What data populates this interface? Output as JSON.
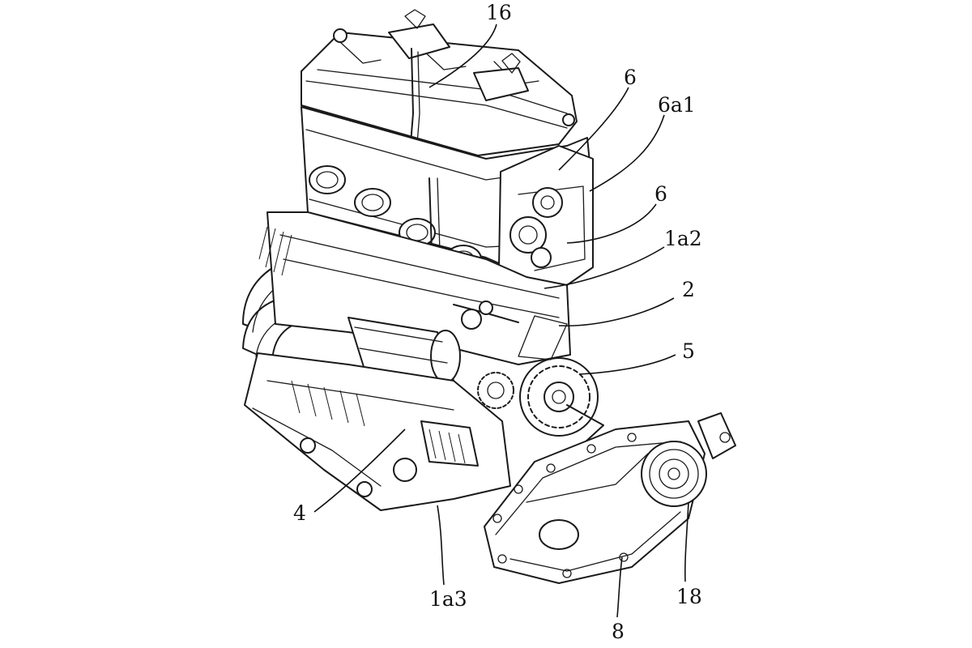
{
  "figure": {
    "labels": [
      {
        "id": "l16",
        "text": "16"
      },
      {
        "id": "l6a",
        "text": "6"
      },
      {
        "id": "l6a1",
        "text": "6a1"
      },
      {
        "id": "l6b",
        "text": "6"
      },
      {
        "id": "l1a2",
        "text": "1a2"
      },
      {
        "id": "l2",
        "text": "2"
      },
      {
        "id": "l5",
        "text": "5"
      },
      {
        "id": "l4",
        "text": "4"
      },
      {
        "id": "l1a3",
        "text": "1a3"
      },
      {
        "id": "l8",
        "text": "8"
      },
      {
        "id": "l18",
        "text": "18"
      }
    ]
  }
}
